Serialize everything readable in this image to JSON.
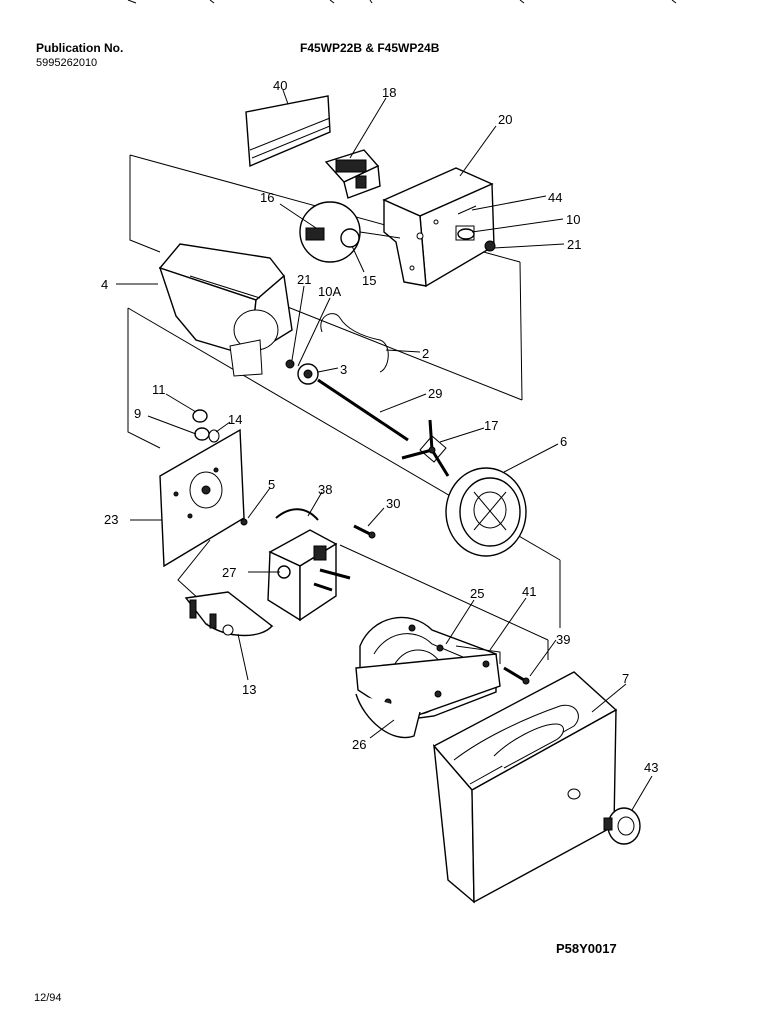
{
  "header": {
    "publication_label": "Publication No.",
    "publication_number": "5995262010",
    "model_title": "F45WP22B & F45WP24B"
  },
  "footer": {
    "diagram_code": "P58Y0017",
    "date": "12/94"
  },
  "callouts": {
    "c40": "40",
    "c18": "18",
    "c20": "20",
    "c44": "44",
    "c10": "10",
    "c21a": "21",
    "c16": "16",
    "c15": "15",
    "c4": "4",
    "c21b": "21",
    "c10a": "10A",
    "c2": "2",
    "c3": "3",
    "c29": "29",
    "c11": "11",
    "c9": "9",
    "c14": "14",
    "c17": "17",
    "c6": "6",
    "c5": "5",
    "c38": "38",
    "c30": "30",
    "c23": "23",
    "c27": "27",
    "c25": "25",
    "c41": "41",
    "c39": "39",
    "c13": "13",
    "c7": "7",
    "c26": "26",
    "c43": "43"
  }
}
